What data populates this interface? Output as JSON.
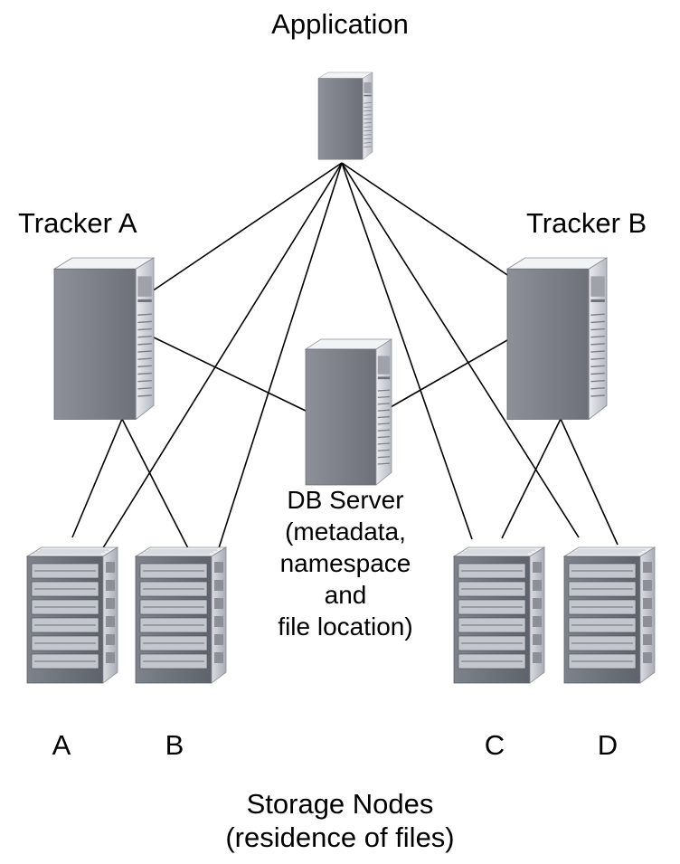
{
  "application": {
    "label": "Application"
  },
  "tracker_a": {
    "label": "Tracker A"
  },
  "tracker_b": {
    "label": "Tracker B"
  },
  "db_server": {
    "lines": [
      "DB Server",
      "(metadata,",
      "namespace",
      "and",
      "file location)"
    ]
  },
  "storage_nodes": {
    "items": [
      {
        "label": "A"
      },
      {
        "label": "B"
      },
      {
        "label": "C"
      },
      {
        "label": "D"
      }
    ],
    "title": "Storage Nodes",
    "subtitle": "(residence of files)"
  },
  "icons": {
    "tower": "server-tower-icon",
    "rack": "server-rack-icon"
  }
}
